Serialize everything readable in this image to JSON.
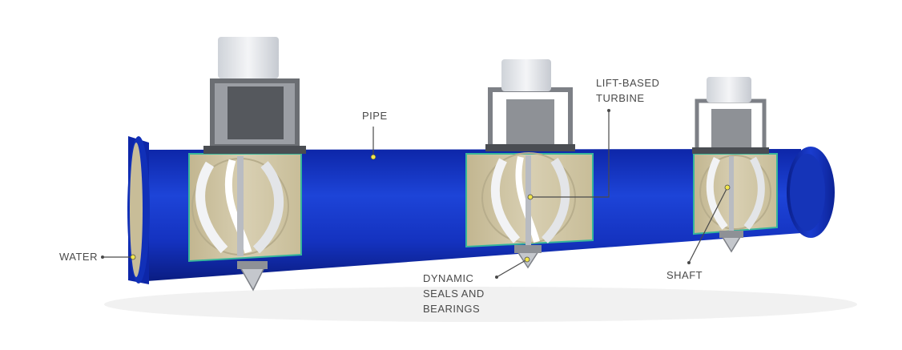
{
  "labels": {
    "water": "WATER",
    "pipe": "PIPE",
    "lift_based_turbine": [
      "LIFT-BASED",
      "TURBINE"
    ],
    "dynamic_seals_and_bearings": [
      "DYNAMIC",
      "SEALS AND",
      "BEARINGS"
    ],
    "shaft": "SHAFT"
  },
  "colors": {
    "pipe_blue": "#1636c4",
    "pipe_dark": "#0a1f8a",
    "pipe_interior": "#cfc4a3",
    "cut_edge": "#37b59a",
    "generator_white": "#e6e8ec",
    "frame_gray": "#8e9196",
    "leader_line": "#4a4a4a",
    "marker": "#f2e64a"
  },
  "icons": [
    "turbine-icon",
    "generator-icon",
    "bearing-icon"
  ]
}
